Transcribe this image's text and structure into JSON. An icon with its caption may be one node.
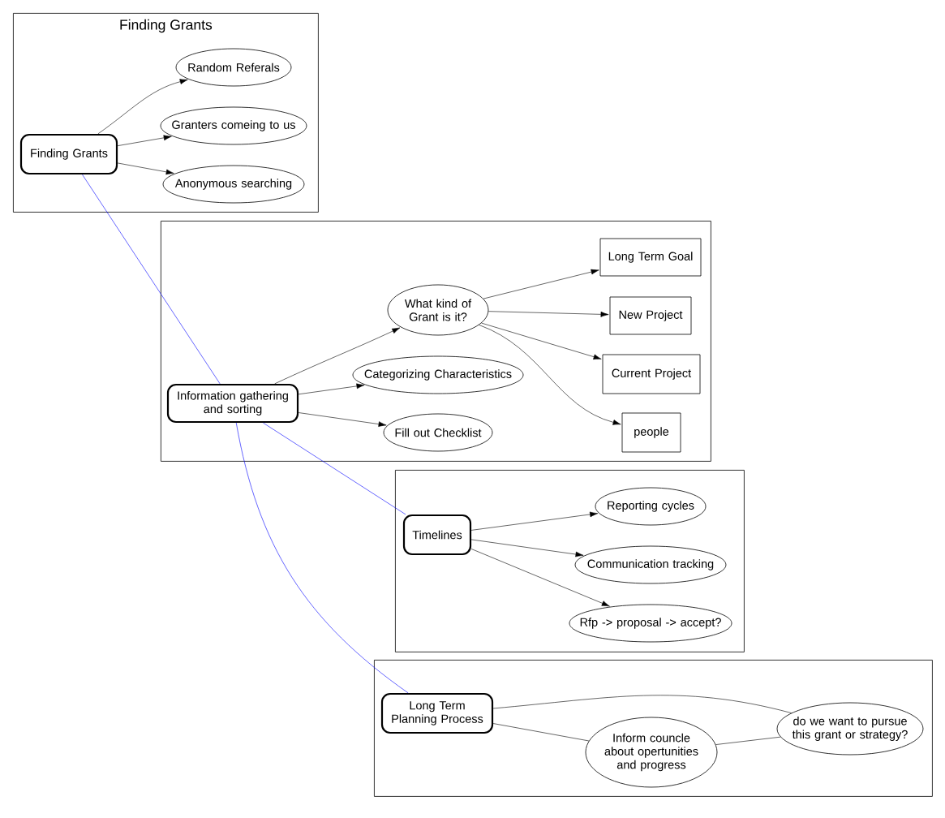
{
  "diagram": {
    "nodes": [
      {
        "text": [
          "Finding Grants"
        ]
      },
      {
        "text": [
          "Finding Grants"
        ],
        "in": 0
      },
      {
        "text": [
          "Random Referals"
        ],
        "in": 0
      },
      {
        "text": [
          "Granters comeing to us"
        ],
        "in": 0
      },
      {
        "text": [
          "Anonymous searching"
        ],
        "in": 0
      },
      {
        "text": [],
        "shape": "box"
      },
      {
        "text": [
          "Information gathering and sorting"
        ],
        "in": 5
      },
      {
        "text": [
          "What kind of Grant is it?"
        ],
        "in": 5
      },
      {
        "text": [
          "Categorizing Characteristics"
        ],
        "in": 5
      },
      {
        "text": [
          "Fill out Checklist"
        ],
        "in": 5
      },
      {
        "text": [
          "Long Term Goal"
        ],
        "in": 5
      },
      {
        "text": [
          "New Project"
        ],
        "in": 5
      },
      {
        "text": [
          "Current Project"
        ],
        "in": 5
      },
      {
        "text": [
          "people"
        ],
        "in": 5
      },
      {
        "text": [],
        "shape": "box"
      },
      {
        "text": [
          "Timelines"
        ],
        "in": 14
      },
      {
        "text": [
          "Reporting cycles"
        ],
        "in": 14
      },
      {
        "text": [
          "Communication tracking"
        ],
        "in": 14
      },
      {
        "text": [
          "Rfp -> proposal -> accept?"
        ],
        "in": 14
      },
      {
        "text": [],
        "shape": "box"
      },
      {
        "text": [
          "Long Term Planning Process"
        ],
        "in": 19
      },
      {
        "text": [
          "Inform councle about opertunities and progress"
        ],
        "in": 19
      },
      {
        "text": [
          "do we want to pursue this grant or strategy?"
        ],
        "in": 19
      }
    ],
    "edges": [
      {
        "from": 1,
        "to": 2,
        "arrow": "to"
      },
      {
        "from": 1,
        "to": 3,
        "arrow": "to"
      },
      {
        "from": 1,
        "to": 4,
        "arrow": "to"
      },
      {
        "from": 1,
        "to": 6,
        "arrow": "none",
        "color": "#0000ff"
      },
      {
        "from": 6,
        "to": 7,
        "arrow": "to"
      },
      {
        "from": 6,
        "to": 8,
        "arrow": "to"
      },
      {
        "from": 6,
        "to": 9,
        "arrow": "to"
      },
      {
        "from": 7,
        "to": 10,
        "arrow": "to"
      },
      {
        "from": 7,
        "to": 11,
        "arrow": "to"
      },
      {
        "from": 7,
        "to": 12,
        "arrow": "to"
      },
      {
        "from": 7,
        "to": 13,
        "arrow": "to"
      },
      {
        "from": 6,
        "to": 15,
        "arrow": "none",
        "color": "#0000ff"
      },
      {
        "from": 6,
        "to": 20,
        "arrow": "none",
        "color": "#0000ff"
      },
      {
        "from": 15,
        "to": 16,
        "arrow": "to"
      },
      {
        "from": 15,
        "to": 17,
        "arrow": "to"
      },
      {
        "from": 15,
        "to": 18,
        "arrow": "to"
      },
      {
        "from": 20,
        "to": 22,
        "arrow": "none"
      },
      {
        "from": 20,
        "to": 21,
        "arrow": "none"
      },
      {
        "from": 21,
        "to": 22,
        "arrow": "none"
      }
    ]
  }
}
